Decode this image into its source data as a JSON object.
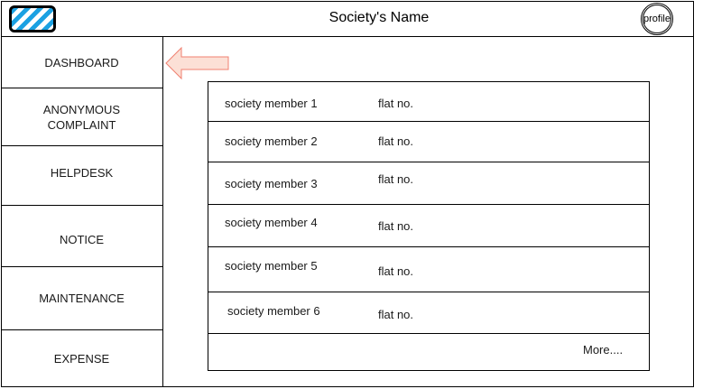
{
  "header": {
    "title": "Society's Name",
    "profile_label": "profile",
    "logo_icon": "striped-logo-icon"
  },
  "sidebar": {
    "items": [
      {
        "label": "DASHBOARD",
        "active": true
      },
      {
        "label": "ANONYMOUS COMPLAINT"
      },
      {
        "label": "HELPDESK"
      },
      {
        "label": "NOTICE"
      },
      {
        "label": "MAINTENANCE"
      },
      {
        "label": "EXPENSE"
      }
    ]
  },
  "pointer": {
    "icon": "left-arrow-icon",
    "fill": "#fce0d6",
    "stroke": "#f08070"
  },
  "members": [
    {
      "name": "society member 1",
      "flat": "flat no."
    },
    {
      "name": "society member 2",
      "flat": "flat no."
    },
    {
      "name": "society member 3",
      "flat": "flat no."
    },
    {
      "name": "society member 4",
      "flat": "flat no."
    },
    {
      "name": "society member 5",
      "flat": "flat no."
    },
    {
      "name": "society member 6",
      "flat": "flat no."
    }
  ],
  "more_label": "More....",
  "colors": {
    "logo_stripe": "#1ba1e2",
    "border": "#000000"
  }
}
